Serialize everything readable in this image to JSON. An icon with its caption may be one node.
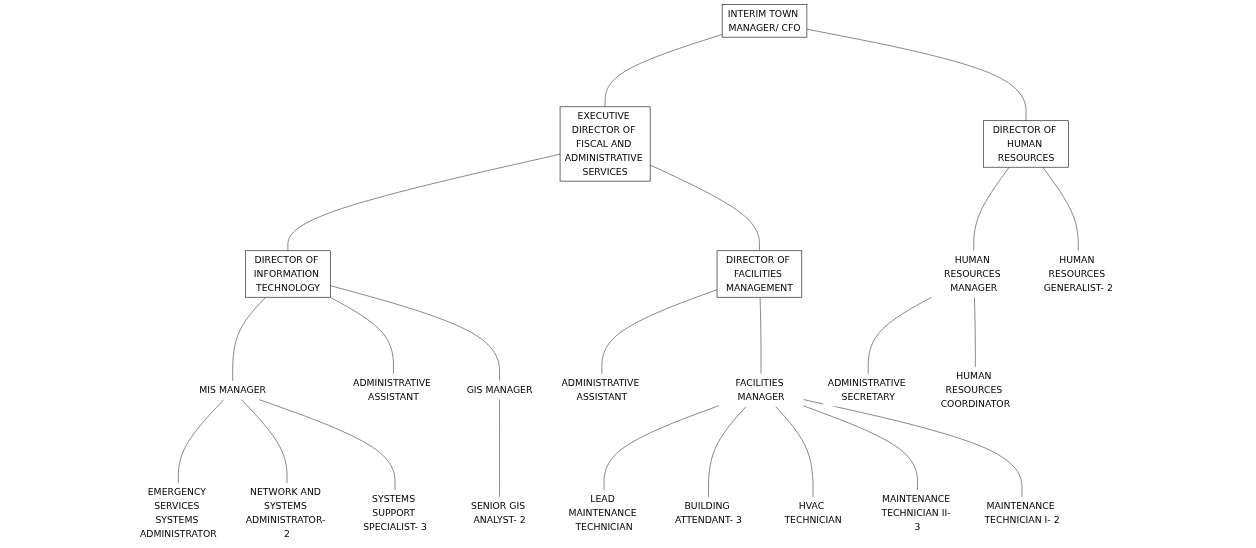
{
  "diagram": {
    "nodes": [
      {
        "text": [
          "INTERIM TOWN MANAGER/ CFO"
        ]
      },
      {
        "text": [
          "EXECUTIVE DIRECTOR OF FISCAL AND ADMINISTRATIVE SERVICES"
        ]
      },
      {
        "text": [
          "DIRECTOR OF HUMAN RESOURCES"
        ]
      },
      {
        "text": [
          "DIRECTOR OF INFORMATION TECHNOLOGY"
        ]
      },
      {
        "text": [
          "DIRECTOR OF FACILITIES MANAGEMENT"
        ]
      },
      {
        "text": [
          "MIS MANAGER"
        ]
      },
      {
        "text": [
          "EMERGENCY SERVICES SYSTEMS ADMINISTRATOR"
        ]
      },
      {
        "text": [
          "NETWORK AND SYSTEMS ADMINISTRATOR- 2"
        ]
      },
      {
        "text": [
          "SYSTEMS SUPPORT SPECIALIST- 3"
        ]
      },
      {
        "text": [
          "ADMINISTRATIVE ASSISTANT"
        ]
      },
      {
        "text": [
          "GIS MANAGER"
        ]
      },
      {
        "text": [
          "SENIOR GIS ANALYST- 2"
        ]
      },
      {
        "text": [
          "ADMINISTRATIVE ASSISTANT"
        ]
      },
      {
        "text": [
          "FACILITIES MANAGER"
        ]
      },
      {
        "text": [
          "LEAD MAINTENANCE TECHNICIAN"
        ]
      },
      {
        "text": [
          "BUILDING ATTENDANT- 3"
        ]
      },
      {
        "text": [
          "HVAC TECHNICIAN"
        ]
      },
      {
        "text": [
          "MAINTENANCE TECHNICIAN II- 3"
        ]
      },
      {
        "text": [
          "MAINTENANCE TECHNICIAN I- 2"
        ]
      },
      {
        "text": [
          "HUMAN RESOURCES MANAGER"
        ]
      },
      {
        "text": [
          "ADMINISTRATIVE SECRETARY"
        ]
      },
      {
        "text": [
          "HUMAN RESOURCES COORDINATOR"
        ]
      },
      {
        "text": [
          "HUMAN RESOURCES GENERALIST- 2"
        ]
      }
    ],
    "edges": [
      {
        "from": 0,
        "to": 1,
        "arrow": "none"
      },
      {
        "from": 0,
        "to": 2,
        "arrow": "none"
      },
      {
        "from": 1,
        "to": 3,
        "arrow": "none"
      },
      {
        "from": 1,
        "to": 4,
        "arrow": "none"
      },
      {
        "from": 3,
        "to": 5,
        "arrow": "none"
      },
      {
        "from": 5,
        "to": 6,
        "arrow": "none"
      },
      {
        "from": 5,
        "to": 7,
        "arrow": "none"
      },
      {
        "from": 5,
        "to": 8,
        "arrow": "none"
      },
      {
        "from": 3,
        "to": 9,
        "arrow": "none"
      },
      {
        "from": 3,
        "to": 10,
        "arrow": "none"
      },
      {
        "from": 10,
        "to": 11,
        "arrow": "none"
      },
      {
        "from": 4,
        "to": 12,
        "arrow": "none"
      },
      {
        "from": 4,
        "to": 13,
        "arrow": "none"
      },
      {
        "from": 13,
        "to": 14,
        "arrow": "none"
      },
      {
        "from": 13,
        "to": 15,
        "arrow": "none"
      },
      {
        "from": 13,
        "to": 16,
        "arrow": "none"
      },
      {
        "from": 13,
        "to": 17,
        "arrow": "none"
      },
      {
        "from": 13,
        "to": 18,
        "arrow": "none"
      },
      {
        "from": 2,
        "to": 19,
        "arrow": "none"
      },
      {
        "from": 19,
        "to": 20,
        "arrow": "none"
      },
      {
        "from": 19,
        "to": 21,
        "arrow": "none"
      },
      {
        "from": 2,
        "to": 22,
        "arrow": "none"
      }
    ]
  }
}
